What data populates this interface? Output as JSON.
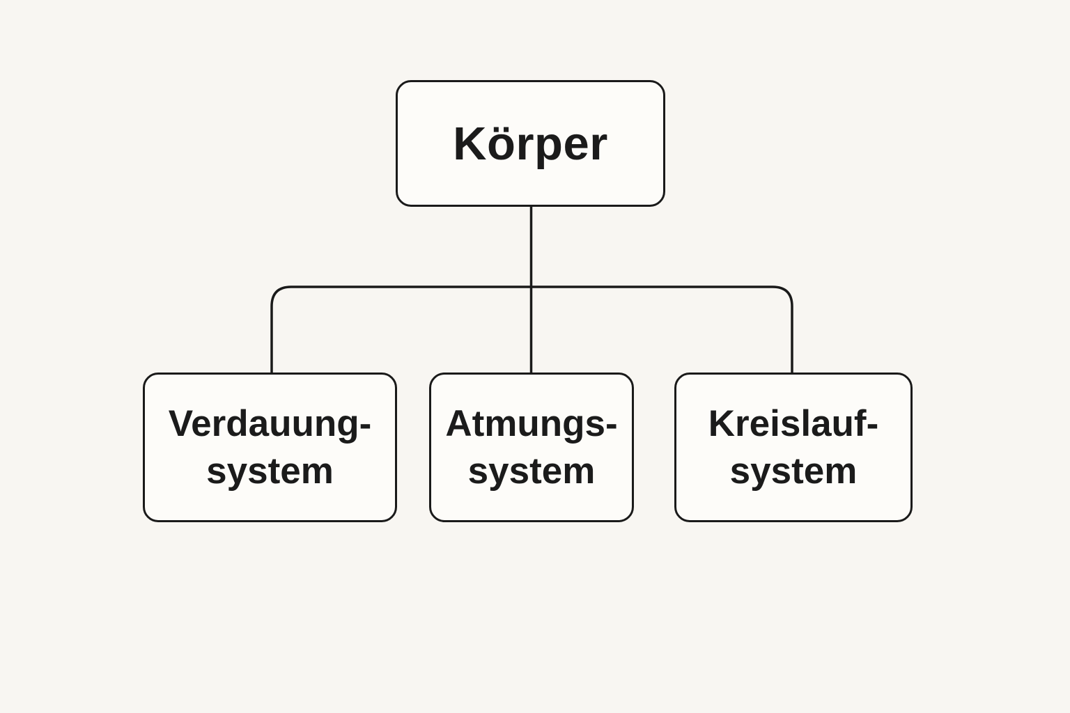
{
  "page": {
    "background_color": "#f8f6f2",
    "node_fill_color": "#fdfcf9",
    "line_color": "#1a1a1a",
    "text_color": "#1b1b1b"
  },
  "chart": {
    "type": "org-tree",
    "root": {
      "label": "Körper"
    },
    "children": [
      {
        "lines": [
          "Verdauung-",
          "system"
        ]
      },
      {
        "lines": [
          "Atmungs-",
          "system"
        ]
      },
      {
        "lines": [
          "Kreislauf-",
          "system"
        ]
      }
    ]
  }
}
